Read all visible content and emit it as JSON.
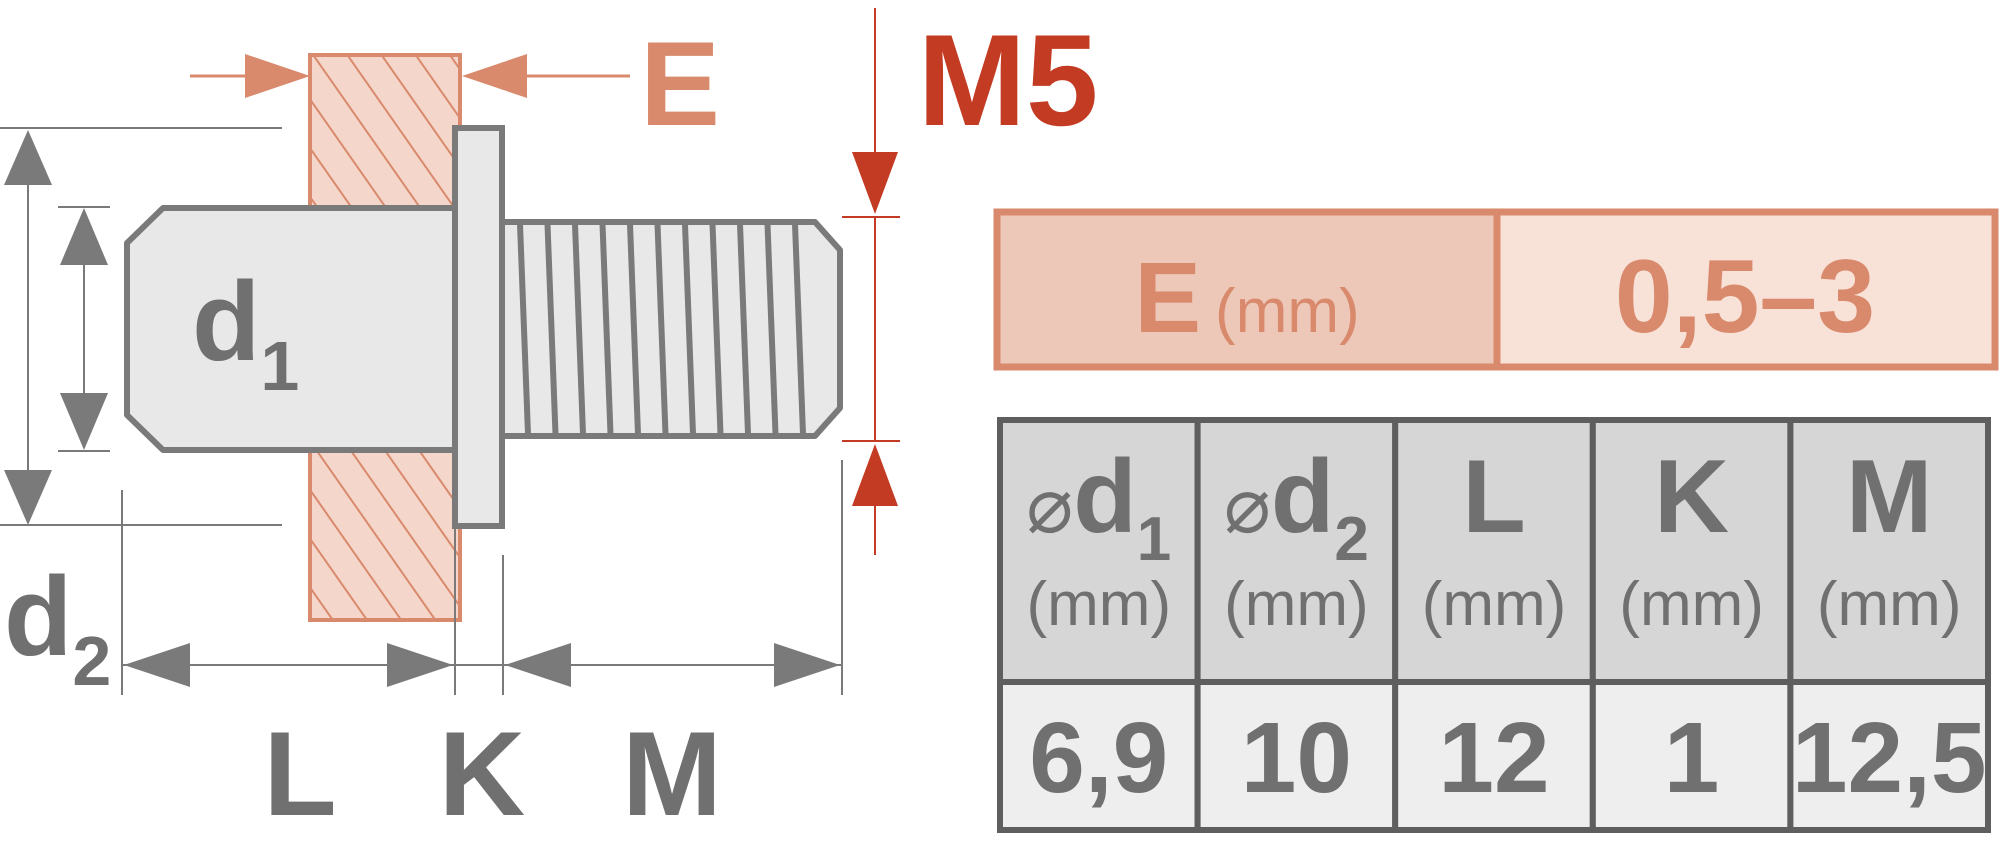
{
  "drawing": {
    "thread_size": "M5",
    "thickness_label": "E",
    "d1_main": "d",
    "d1_sub": "1",
    "d2_main": "d",
    "d2_sub": "2",
    "length_labels": {
      "L": "L",
      "K": "K",
      "M": "M"
    }
  },
  "grip_table": {
    "label": "E",
    "unit": "(mm)",
    "value": "0,5–3"
  },
  "spec_table": {
    "columns": [
      {
        "prefix": "⌀",
        "main": "d",
        "sub": "1",
        "unit": "(mm)",
        "value": "6,9"
      },
      {
        "prefix": "⌀",
        "main": "d",
        "sub": "2",
        "unit": "(mm)",
        "value": "10"
      },
      {
        "prefix": "",
        "main": "L",
        "sub": "",
        "unit": "(mm)",
        "value": "12"
      },
      {
        "prefix": "",
        "main": "K",
        "sub": "",
        "unit": "(mm)",
        "value": "1"
      },
      {
        "prefix": "",
        "main": "M",
        "sub": "",
        "unit": "(mm)",
        "value": "12,5"
      }
    ]
  },
  "colors": {
    "grey_text": "#707070",
    "line_grey": "#7a7a7a",
    "part_fill": "#e8e8e8",
    "accent_salmon": "#d98a6d",
    "salmon_fill_dark": "#edc8b8",
    "salmon_fill_light": "#f8e2d8",
    "dark_red": "#c23b22",
    "table_header": "#d6d6d6",
    "table_value": "#eeeeee",
    "table_border": "#5e5e5e"
  }
}
